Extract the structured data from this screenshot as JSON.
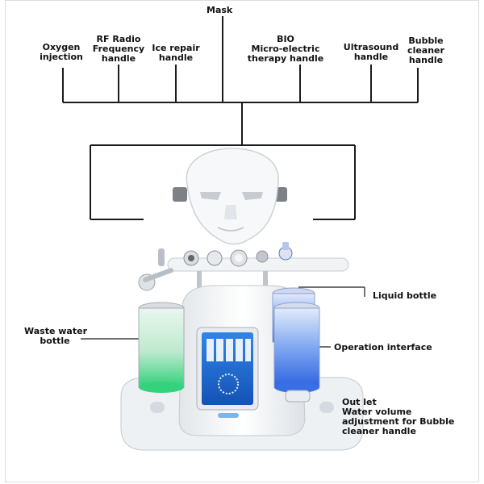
{
  "labels": {
    "mask": "Mask",
    "oxygen": [
      "Oxygen",
      "injection"
    ],
    "rf": [
      "RF Radio",
      "Frequency",
      "handle"
    ],
    "ice": [
      "Ice repair",
      "handle"
    ],
    "bio": [
      "BIO",
      "Micro-electric",
      "therapy handle"
    ],
    "ultrasound": [
      "Ultrasound",
      "handle"
    ],
    "bubble": [
      "Bubble",
      "cleaner",
      "handle"
    ],
    "liquid": "Liquid bottle",
    "waste": [
      "Waste water",
      "bottle"
    ],
    "operation": "Operation interface",
    "outlet": [
      "Out let",
      "Water volume",
      "adjustment for Bubble",
      "cleaner handle"
    ]
  },
  "colors": {
    "line": "#1b1b1b",
    "device": "#f2f4f6",
    "screen": "#1f6fd6",
    "bottle_blue": "#5c8ff0",
    "bottle_green": "#38d27a"
  }
}
